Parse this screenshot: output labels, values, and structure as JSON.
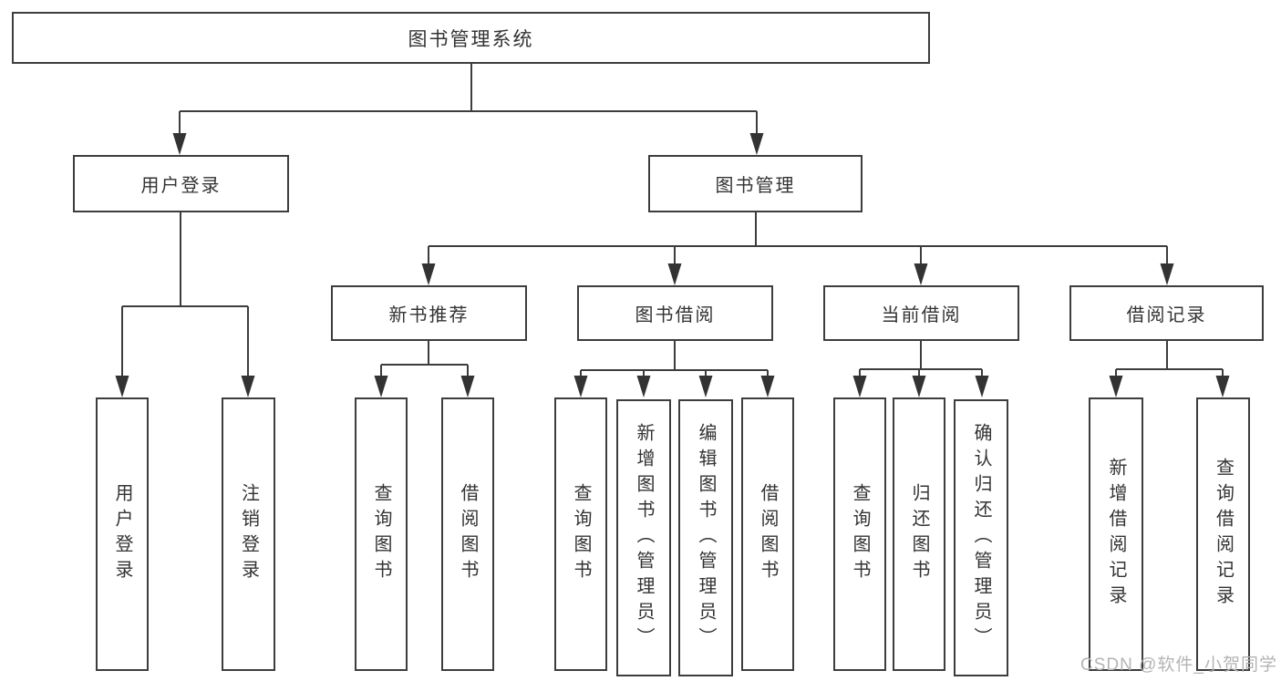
{
  "page": {
    "background_color": "#ffffff",
    "line_color": "#3d3d3d",
    "text_color": "#333333"
  },
  "tree": {
    "root": {
      "label": "图书管理系统"
    },
    "branches": [
      {
        "label": "用户登录",
        "children": [
          {
            "label": "用户登录"
          },
          {
            "label": "注销登录"
          }
        ]
      },
      {
        "label": "图书管理",
        "children": [
          {
            "label": "新书推荐",
            "children": [
              {
                "label": "查询图书"
              },
              {
                "label": "借阅图书"
              }
            ]
          },
          {
            "label": "图书借阅",
            "children": [
              {
                "label": "查询图书"
              },
              {
                "label": "新增图书（管理员）"
              },
              {
                "label": "编辑图书（管理员）"
              },
              {
                "label": "借阅图书"
              }
            ]
          },
          {
            "label": "当前借阅",
            "children": [
              {
                "label": "查询图书"
              },
              {
                "label": "归还图书"
              },
              {
                "label": "确认归还（管理员）"
              }
            ]
          },
          {
            "label": "借阅记录",
            "children": [
              {
                "label": "新增借阅记录"
              },
              {
                "label": "查询借阅记录"
              }
            ]
          }
        ]
      }
    ]
  },
  "watermark": {
    "text": "CSDN @软件_小贺同学",
    "color": "#b4b4b4"
  }
}
